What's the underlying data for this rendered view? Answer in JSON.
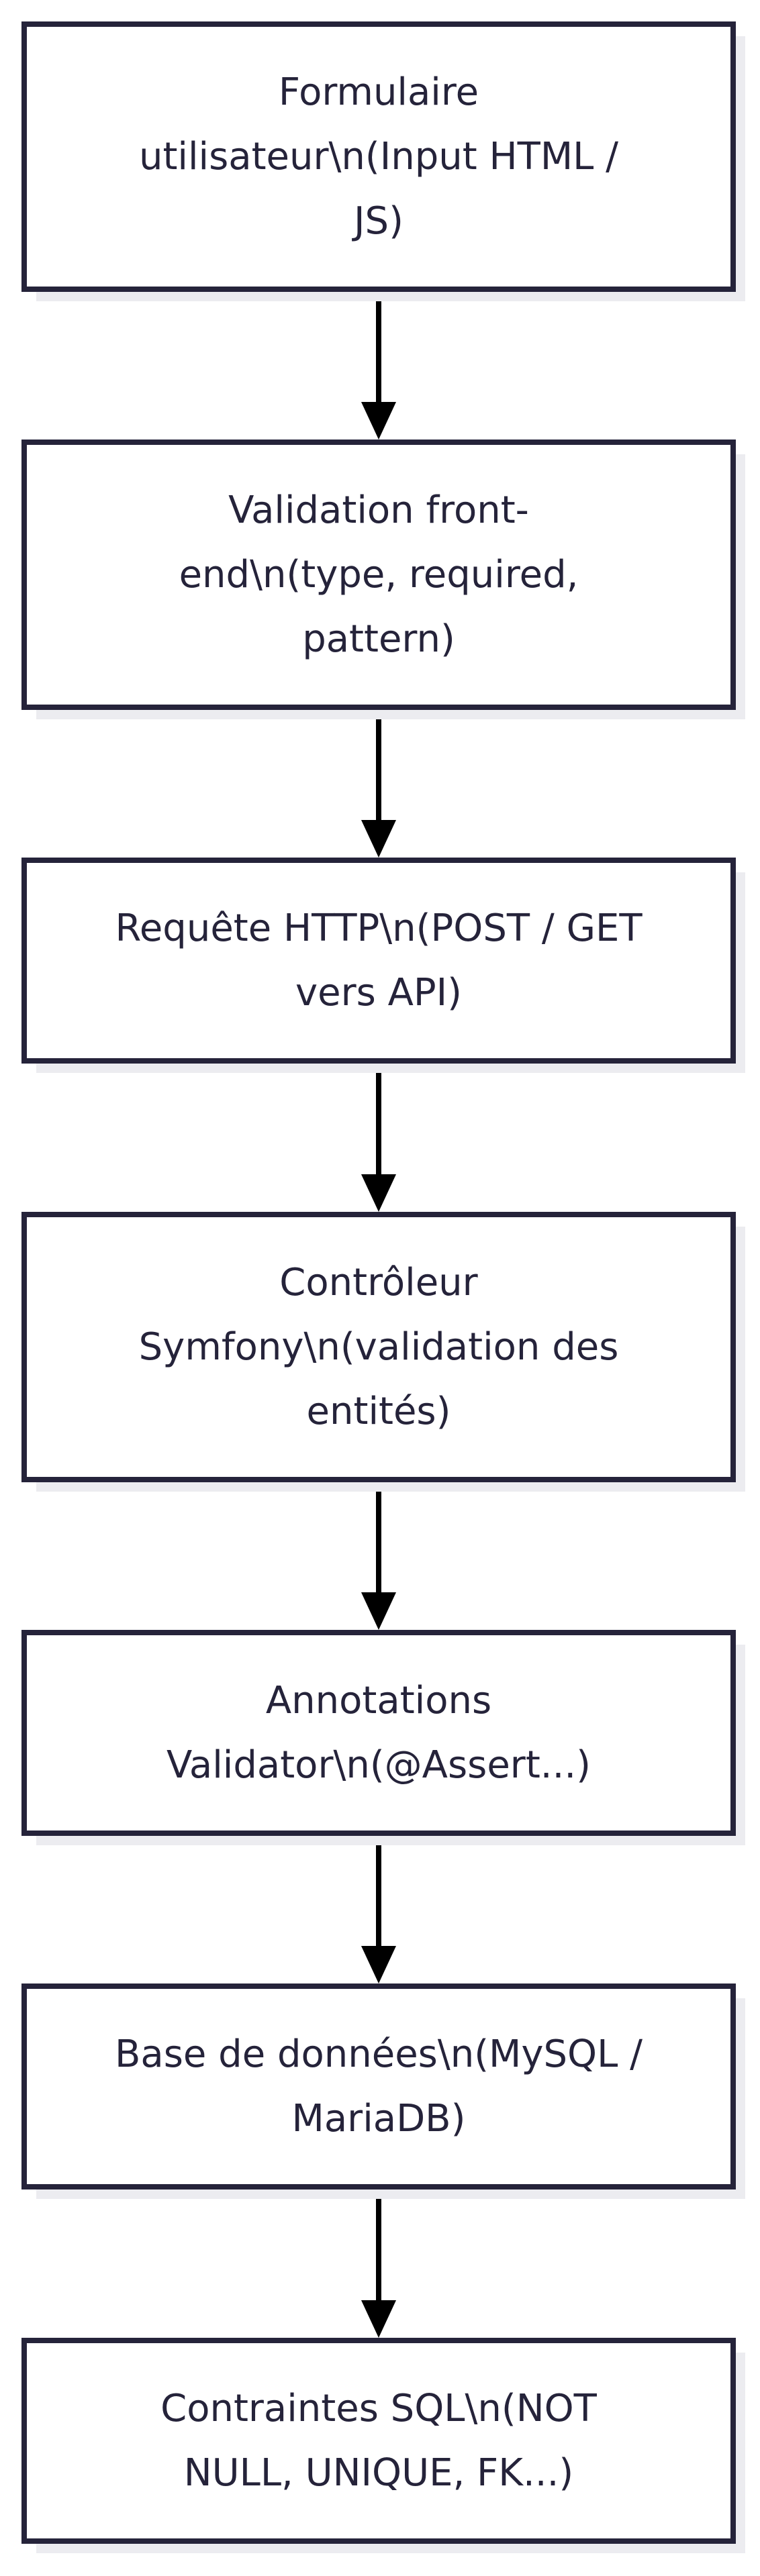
{
  "diagram": {
    "type": "flowchart",
    "direction": "top-to-bottom",
    "colors": {
      "node_border": "#25233a",
      "node_fill": "#ffffff",
      "node_shadow": "#ececf0",
      "text": "#25233a",
      "arrow": "#000000"
    },
    "nodes": [
      {
        "id": "n1",
        "lines": [
          "Formulaire",
          "utilisateur\\n(Input HTML /",
          "JS)"
        ]
      },
      {
        "id": "n2",
        "lines": [
          "Validation front-",
          "end\\n(type, required,",
          "pattern)"
        ]
      },
      {
        "id": "n3",
        "lines": [
          "Requête HTTP\\n(POST / GET",
          "vers API)"
        ]
      },
      {
        "id": "n4",
        "lines": [
          "Contrôleur",
          "Symfony\\n(validation des",
          "entités)"
        ]
      },
      {
        "id": "n5",
        "lines": [
          "Annotations",
          "Validator\\n(@Assert...)"
        ]
      },
      {
        "id": "n6",
        "lines": [
          "Base de données\\n(MySQL /",
          "MariaDB)"
        ]
      },
      {
        "id": "n7",
        "lines": [
          "Contraintes SQL\\n(NOT",
          "NULL, UNIQUE, FK...)"
        ]
      }
    ],
    "edges": [
      {
        "from": "n1",
        "to": "n2"
      },
      {
        "from": "n2",
        "to": "n3"
      },
      {
        "from": "n3",
        "to": "n4"
      },
      {
        "from": "n4",
        "to": "n5"
      },
      {
        "from": "n5",
        "to": "n6"
      },
      {
        "from": "n6",
        "to": "n7"
      }
    ]
  }
}
